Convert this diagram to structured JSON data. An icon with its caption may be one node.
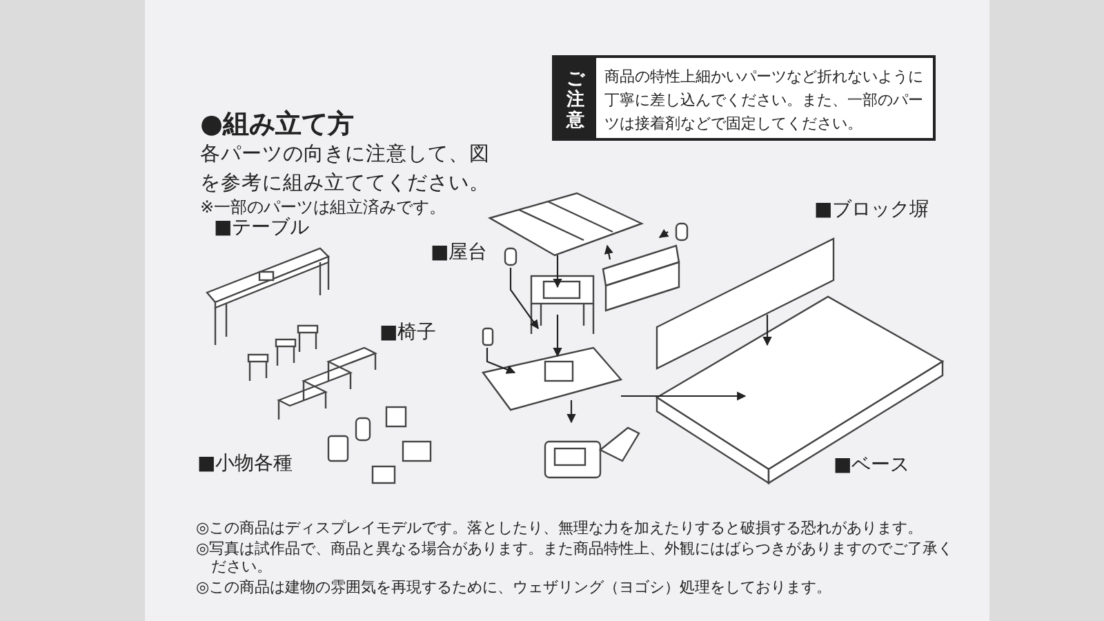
{
  "diagram": {
    "nodes": [
      {
        "text": [
          "ご注意",
          "商品の特性上細かいパーツなど折れないように丁寧に差し込んでください。また、一部のパーツは接着剤などで固定してください。"
        ]
      }
    ],
    "labels": [
      "●組み立て方",
      "各パーツの向きに注意して、図を参考に組み立ててください。",
      "※一部のパーツは組立済みです。",
      "■テーブル",
      "■屋台",
      "■ブロック塀",
      "■椅子",
      "■小物各種",
      "■ベース",
      "◎この商品はディスプレイモデルです。落としたり、無理な力を加えたりすると破損する恐れがあります。",
      "◎写真は試作品で、商品と異なる場合があります。また商品特性上、外観にはばらつきがありますのでご了承ください。",
      "◎この商品は建物の雰囲気を再現するために、ウェザリング（ヨゴシ）処理をしております。"
    ]
  }
}
